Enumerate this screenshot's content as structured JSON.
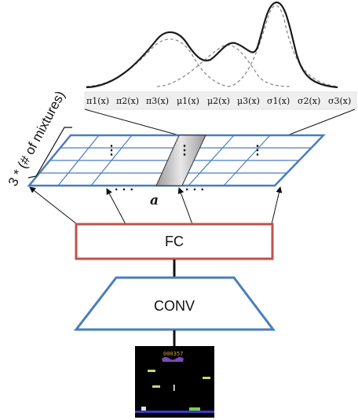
{
  "mixture_labels": [
    "π1(x)",
    "π2(x)",
    "π3(x)",
    "μ1(x)",
    "μ2(x)",
    "μ3(x)",
    "σ1(x)",
    "σ2(x)",
    "σ3(x)"
  ],
  "grid": {
    "side_label": "3 * (# of mixtures)",
    "cell_dots": [
      "⋮",
      "⋮",
      "⋮"
    ],
    "below_dots_left": "· · ·",
    "below_dots_right": "· · ·",
    "action_label": "a"
  },
  "fc_label": "FC",
  "conv_label": "CONV",
  "colors": {
    "grid_blue": "#4a7ebb",
    "fc_red": "#c0504d",
    "conv_blue": "#4a7ebb",
    "mixture_curve": "#1a1a1a",
    "component_curve": "#8c8c8c"
  },
  "game_frame": {
    "score": "000357"
  }
}
